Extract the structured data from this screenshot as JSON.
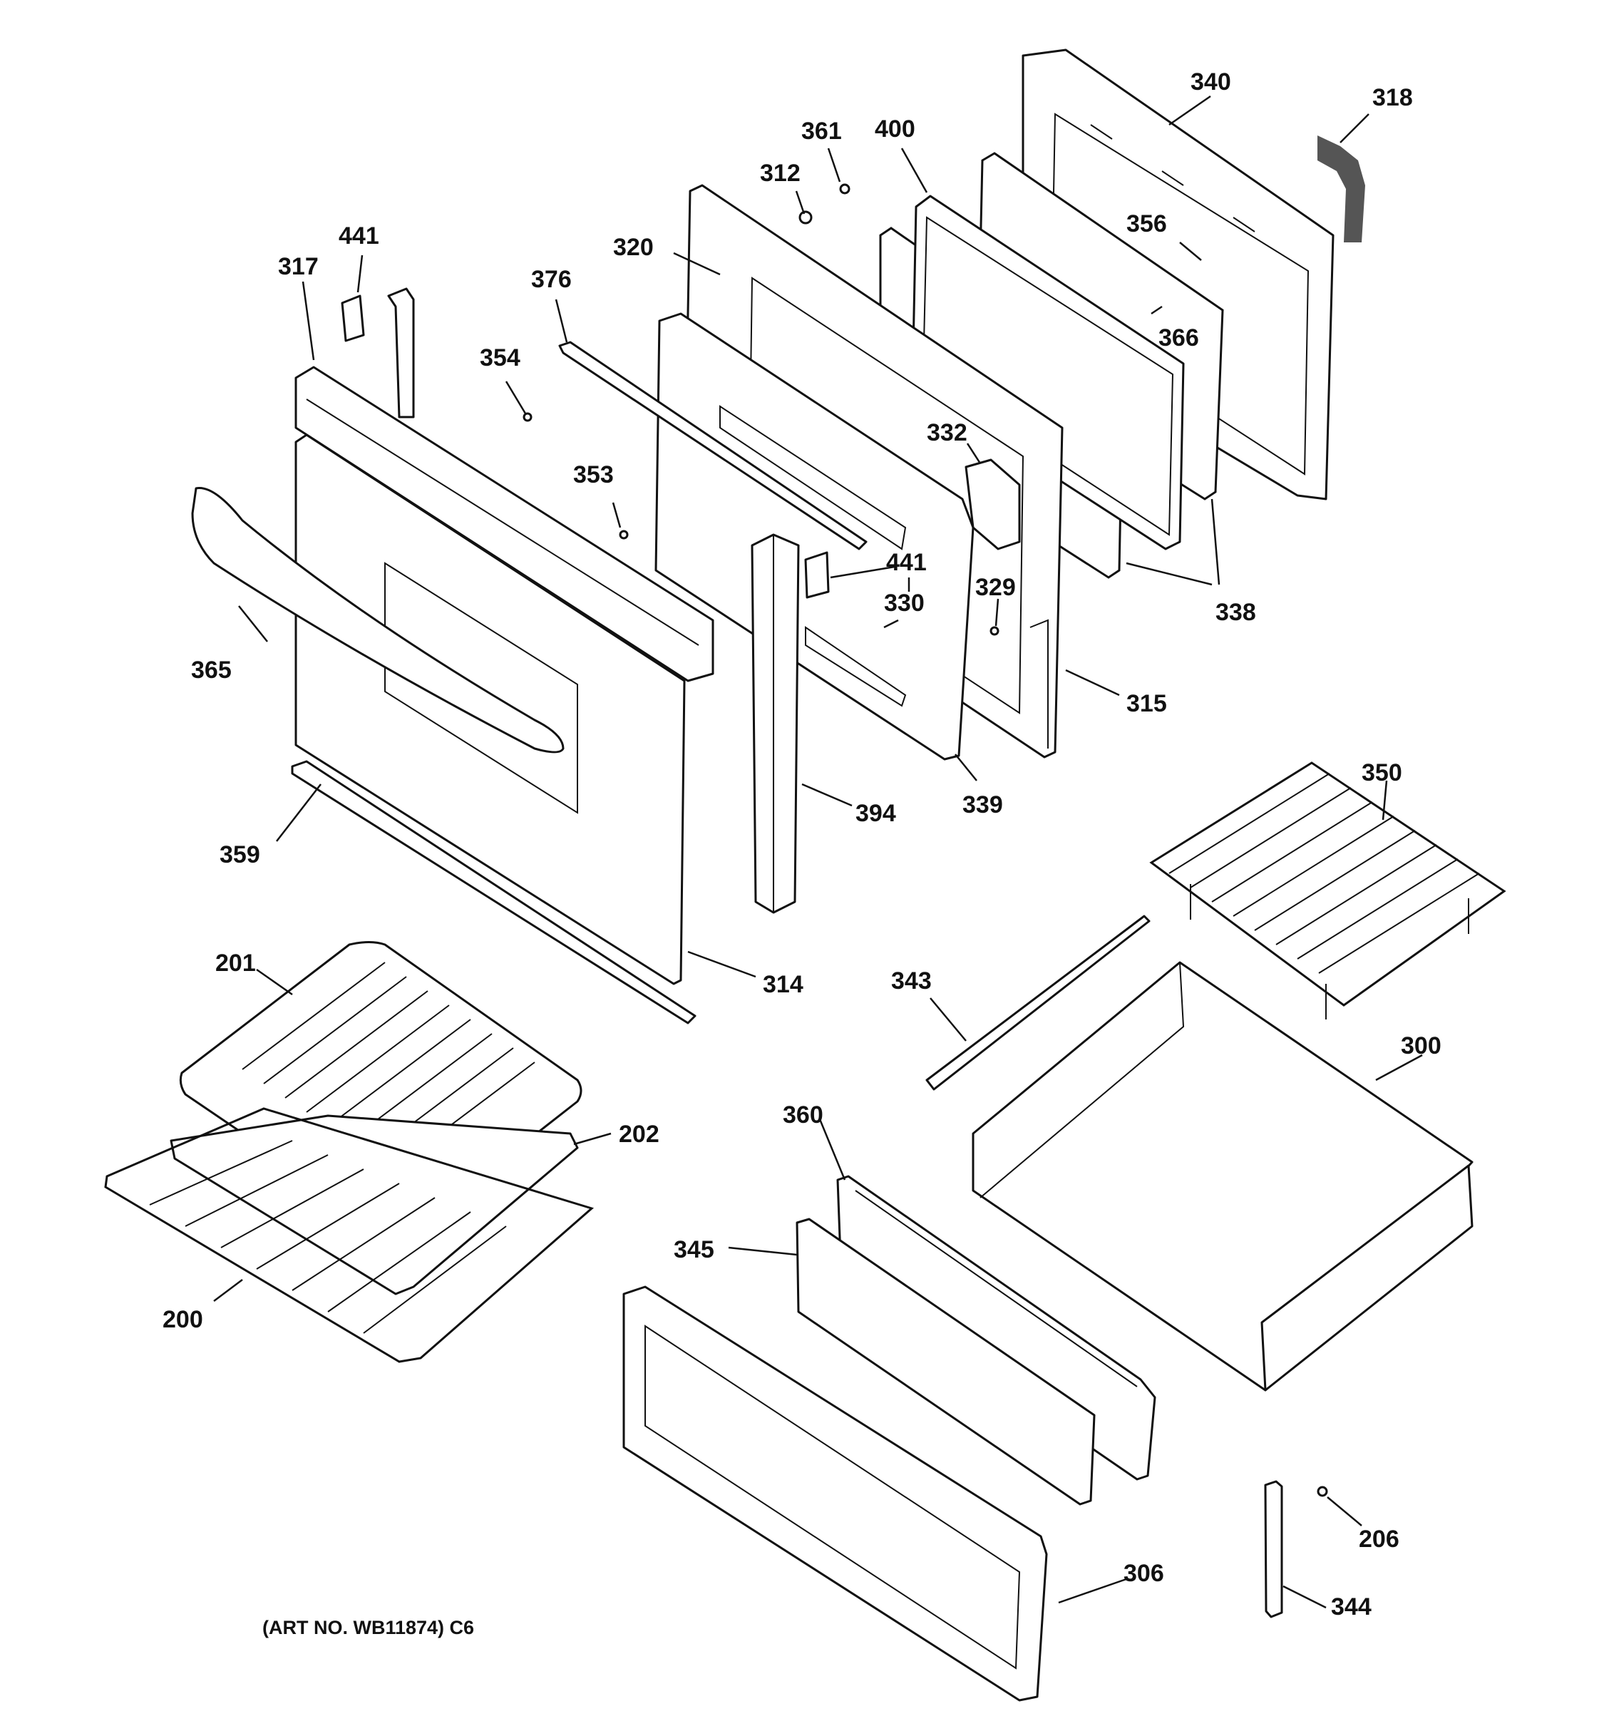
{
  "art_number": "(ART NO. WB11874) C6",
  "callouts": [
    {
      "id": "p340",
      "label": "340"
    },
    {
      "id": "p318",
      "label": "318"
    },
    {
      "id": "p361",
      "label": "361"
    },
    {
      "id": "p400",
      "label": "400"
    },
    {
      "id": "p312",
      "label": "312"
    },
    {
      "id": "p356",
      "label": "356"
    },
    {
      "id": "p441a",
      "label": "441"
    },
    {
      "id": "p317",
      "label": "317"
    },
    {
      "id": "p320",
      "label": "320"
    },
    {
      "id": "p376",
      "label": "376"
    },
    {
      "id": "p366",
      "label": "366"
    },
    {
      "id": "p354",
      "label": "354"
    },
    {
      "id": "p332",
      "label": "332"
    },
    {
      "id": "p353",
      "label": "353"
    },
    {
      "id": "p441b",
      "label": "441"
    },
    {
      "id": "p330",
      "label": "330"
    },
    {
      "id": "p329",
      "label": "329"
    },
    {
      "id": "p338",
      "label": "338"
    },
    {
      "id": "p365",
      "label": "365"
    },
    {
      "id": "p315",
      "label": "315"
    },
    {
      "id": "p339",
      "label": "339"
    },
    {
      "id": "p394",
      "label": "394"
    },
    {
      "id": "p350",
      "label": "350"
    },
    {
      "id": "p359",
      "label": "359"
    },
    {
      "id": "p201",
      "label": "201"
    },
    {
      "id": "p314",
      "label": "314"
    },
    {
      "id": "p343",
      "label": "343"
    },
    {
      "id": "p300",
      "label": "300"
    },
    {
      "id": "p360",
      "label": "360"
    },
    {
      "id": "p202",
      "label": "202"
    },
    {
      "id": "p345",
      "label": "345"
    },
    {
      "id": "p200",
      "label": "200"
    },
    {
      "id": "p206",
      "label": "206"
    },
    {
      "id": "p306",
      "label": "306"
    },
    {
      "id": "p344",
      "label": "344"
    }
  ]
}
